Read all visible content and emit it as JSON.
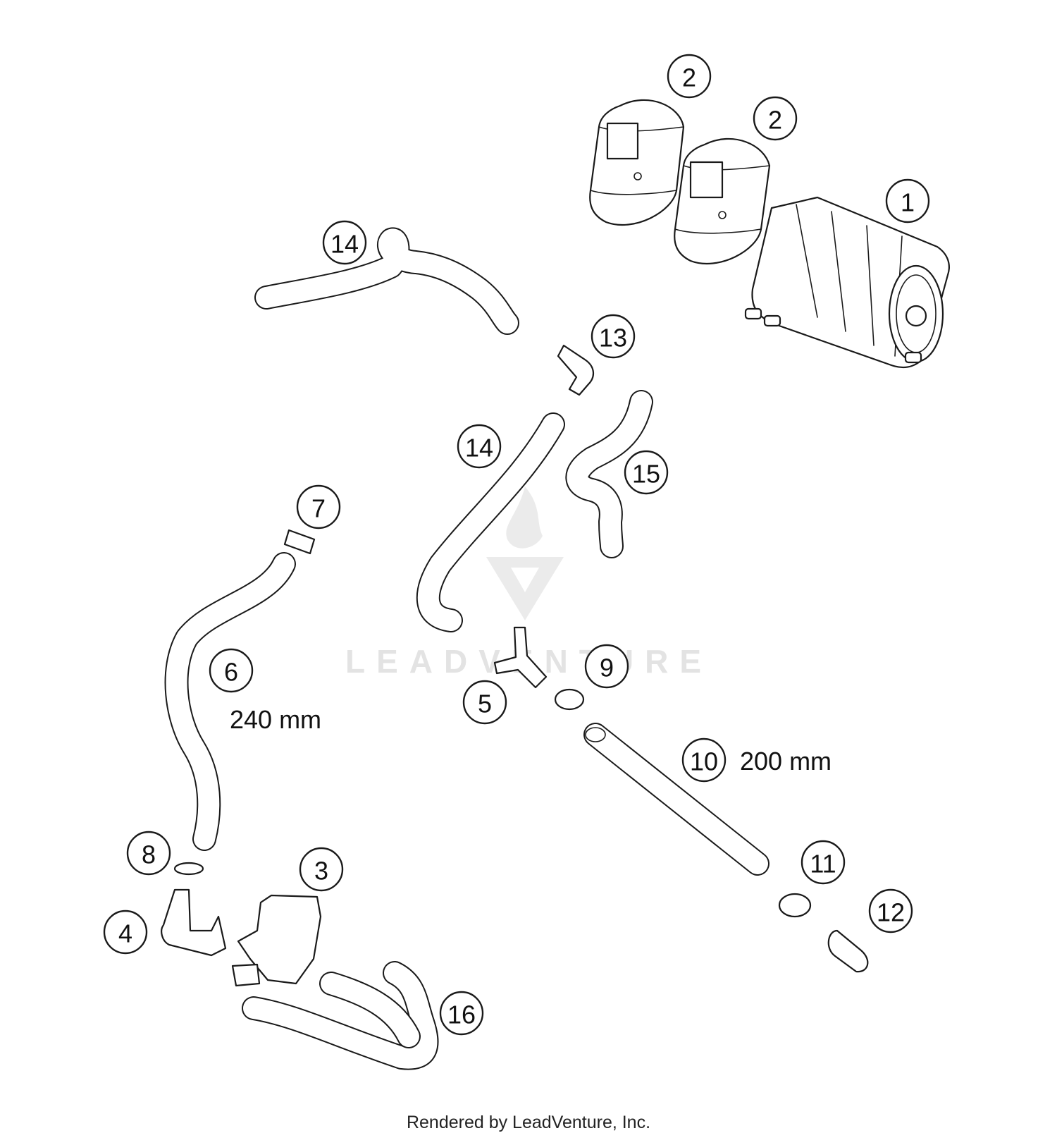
{
  "diagram": {
    "callouts": [
      {
        "id": "c1",
        "label": "1"
      },
      {
        "id": "c2a",
        "label": "2"
      },
      {
        "id": "c2b",
        "label": "2"
      },
      {
        "id": "c3",
        "label": "3"
      },
      {
        "id": "c4",
        "label": "4"
      },
      {
        "id": "c5",
        "label": "5"
      },
      {
        "id": "c6",
        "label": "6"
      },
      {
        "id": "c7",
        "label": "7"
      },
      {
        "id": "c8",
        "label": "8"
      },
      {
        "id": "c9",
        "label": "9"
      },
      {
        "id": "c10",
        "label": "10"
      },
      {
        "id": "c11",
        "label": "11"
      },
      {
        "id": "c12",
        "label": "12"
      },
      {
        "id": "c13",
        "label": "13"
      },
      {
        "id": "c14a",
        "label": "14"
      },
      {
        "id": "c14b",
        "label": "14"
      },
      {
        "id": "c15",
        "label": "15"
      },
      {
        "id": "c16",
        "label": "16"
      }
    ],
    "dimensions": {
      "hose_6_length": "240 mm",
      "hose_10_length": "200 mm"
    },
    "watermark": "LEADVENTURE"
  },
  "footer": {
    "credit": "Rendered by LeadVenture, Inc."
  }
}
